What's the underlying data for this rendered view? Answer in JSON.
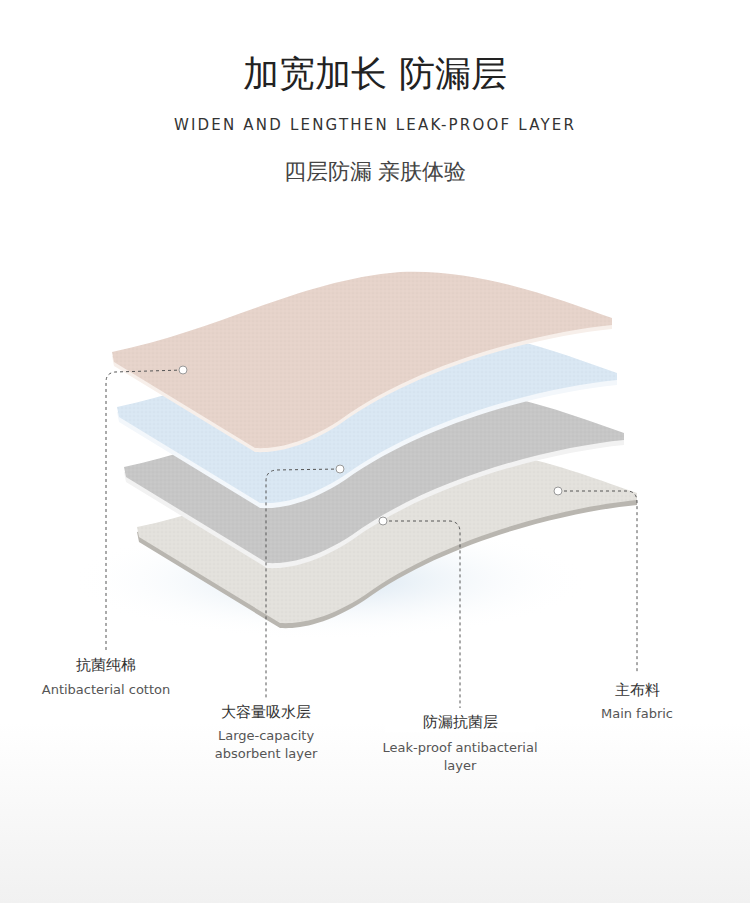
{
  "diagram": {
    "title": "加宽加长 防漏层",
    "labels": [
      "WIDEN AND LENGTHEN LEAK-PROOF LAYER",
      "四层防漏 亲肤体验",
      "抗菌纯棉",
      "Antibacterial cotton",
      "大容量吸水层",
      "Large-capacity absorbent layer",
      "防漏抗菌层",
      "Leak-proof antibacterial layer",
      "主布料",
      "Main fabric"
    ]
  }
}
